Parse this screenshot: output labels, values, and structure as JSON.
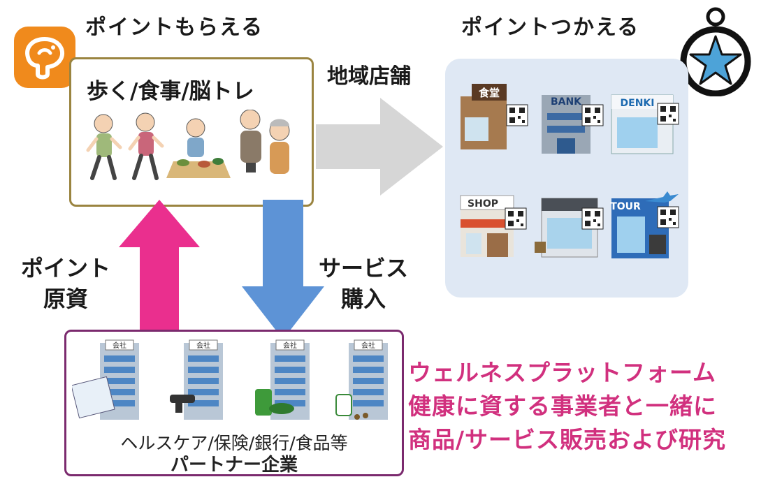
{
  "header": {
    "earn_title": "ポイントもらえる",
    "use_title": "ポイントつかえる"
  },
  "activity_box": {
    "label": "歩く/食事/脳トレ"
  },
  "flow": {
    "local_stores_label": "地域店舗",
    "point_fund_label_line1": "ポイント",
    "point_fund_label_line2": "原資",
    "service_purchase_label_line1": "サービス",
    "service_purchase_label_line2": "購入"
  },
  "stores": {
    "shop_signs": [
      "食堂",
      "BANK",
      "DENKI",
      "SHOP",
      "TOUR"
    ]
  },
  "partners": {
    "building_sign": "会社",
    "categories": "ヘルスケア/保険/銀行/食品等",
    "title": "パートナー企業"
  },
  "platform": {
    "line1": "ウェルネスプラットフォーム",
    "line2": "健康に資する事業者と一緒に",
    "line3": "商品/サービス販売および研究"
  },
  "colors": {
    "pink_arrow": "#ea2f8e",
    "blue_arrow": "#5d93d6",
    "gray_arrow": "#d6d6d6",
    "magenta_text": "#d1307e",
    "app_icon": "#f08a1c",
    "panel": "#dfe8f4"
  },
  "icons": [
    "brain-app-icon",
    "compass-star-icon",
    "qr-code-icon",
    "elderly-person-icon",
    "office-building-icon"
  ]
}
